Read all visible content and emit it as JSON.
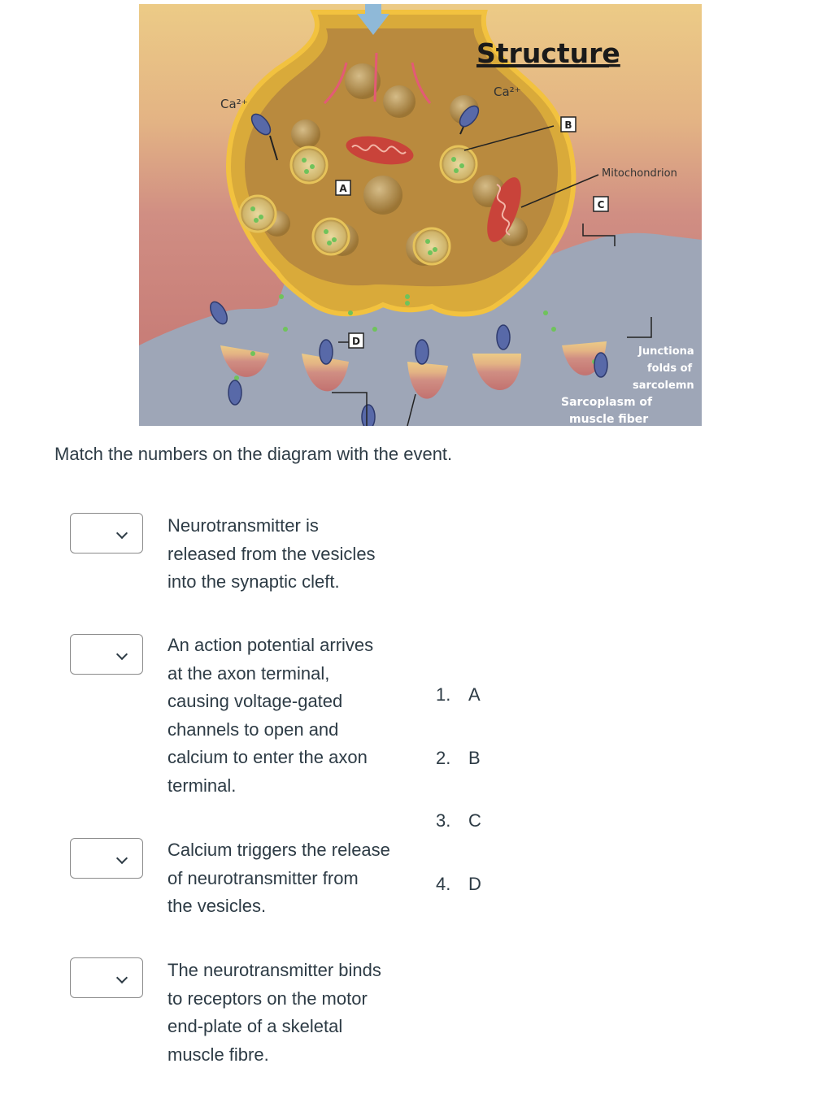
{
  "figure": {
    "title": "Structure",
    "labels": {
      "ca_left": "Ca²⁺",
      "ca_right": "Ca²⁺",
      "mitochondrion": "Mitochondrion",
      "marker_a": "A",
      "marker_b": "B",
      "marker_c": "C",
      "marker_d": "D",
      "junctional_1": "Junctiona",
      "junctional_2": "folds of",
      "junctional_3": "sarcolemn",
      "sarcoplasm_1": "Sarcoplasm of",
      "sarcoplasm_2": "muscle fiber"
    },
    "colors": {
      "background_top": "#e9c98a",
      "background_bottom": "#c77b78",
      "terminal": "#d8a93a",
      "cytoplasm": "#b8873c",
      "muscle": "#9aa3b4"
    }
  },
  "question": {
    "prompt": "Match the numbers on the diagram with  the event."
  },
  "events": [
    {
      "lines": [
        "Neurotransmitter is",
        "released from the vesicles",
        "into the synaptic cleft."
      ],
      "selected": ""
    },
    {
      "lines": [
        "An action potential arrives",
        "at  the axon terminal,",
        "causing voltage-gated",
        "channels to open and",
        "calcium to enter the axon",
        "terminal."
      ],
      "selected": ""
    },
    {
      "lines": [
        "Calcium triggers the release",
        "of neurotransmitter from",
        "the vesicles."
      ],
      "selected": ""
    },
    {
      "lines": [
        "The neurotransmitter binds",
        "to receptors on the motor",
        "end-plate of a skeletal",
        "muscle fibre."
      ],
      "selected": ""
    }
  ],
  "options": [
    {
      "num": "1.",
      "letter": "A"
    },
    {
      "num": "2.",
      "letter": "B"
    },
    {
      "num": "3.",
      "letter": "C"
    },
    {
      "num": "4.",
      "letter": "D"
    }
  ],
  "icons": {
    "dropdown": "chevron-down-icon",
    "dropdown_alt": "chevron-right-icon"
  }
}
